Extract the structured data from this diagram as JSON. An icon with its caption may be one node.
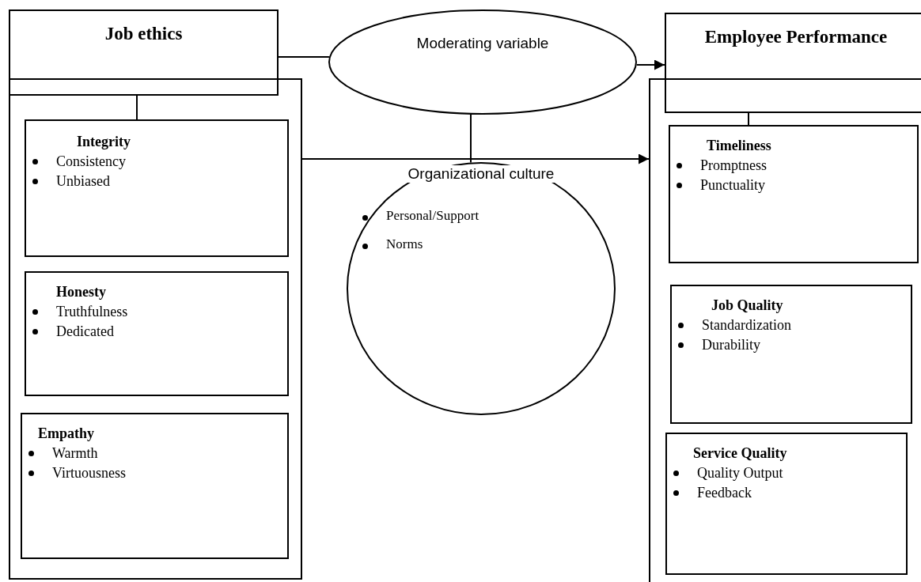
{
  "diagram": {
    "nodes": [
      {
        "text": [
          "Job ethics"
        ]
      },
      {
        "text": [],
        "shape": "box"
      },
      {
        "text": [
          "Integrity",
          "Consistency",
          "Unbiased"
        ],
        "in": 1
      },
      {
        "text": [
          "Honesty",
          "Truthfulness",
          "Dedicated"
        ],
        "in": 1
      },
      {
        "text": [
          "Empathy",
          "Warmth",
          "Virtuousness"
        ],
        "in": 1
      },
      {
        "text": [
          "Moderating variable"
        ]
      },
      {
        "text": [
          "Organizational culture",
          "Personal/Support",
          "Norms"
        ]
      },
      {
        "text": [
          "Employee Performance"
        ]
      },
      {
        "text": [],
        "shape": "box"
      },
      {
        "text": [
          "Timeliness",
          "Promptness",
          "Punctuality"
        ],
        "in": 8
      },
      {
        "text": [
          "Job Quality",
          "Standardization",
          "Durability"
        ],
        "in": 8
      },
      {
        "text": [
          "Service Quality",
          "Quality Output",
          "Feedback"
        ],
        "in": 8
      }
    ],
    "edges": [
      {
        "from": 0,
        "to": 2,
        "arrow": "none"
      },
      {
        "from": 0,
        "to": 5,
        "arrow": "none"
      },
      {
        "from": 5,
        "to": 7,
        "arrow": "to"
      },
      {
        "from": 5,
        "to": 6,
        "arrow": "none"
      },
      {
        "from": 1,
        "to": 8,
        "arrow": "to"
      },
      {
        "from": 7,
        "to": 9,
        "arrow": "none"
      }
    ]
  }
}
